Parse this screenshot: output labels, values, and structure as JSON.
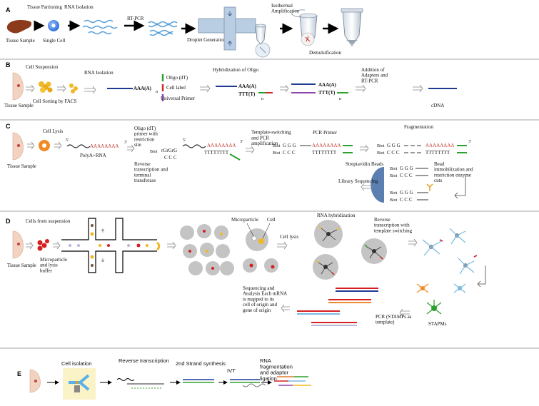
{
  "panels": {
    "A": {
      "letter": "A",
      "labels": {
        "tissue_sample": "Tissue Sample",
        "tissue_partitioning": "Tissue Partioning",
        "single_cell": "Single Cell",
        "rna_isolation": "RNA Isolation",
        "rt_pcr": "RT-PCR",
        "droplet_generation": "Droplet Generation",
        "isothermal_amplification": "Isothermal Amplification",
        "demulsification": "Demulsification"
      }
    },
    "B": {
      "letter": "B",
      "labels": {
        "cell_suspension": "Cell Suspension",
        "tissue_sample": "Tissue Sample",
        "cell_sorting": "Cell Sorting by FACS",
        "rna_isolation": "RNA Isolation",
        "aaa_n": "AAA(A)",
        "n": "n",
        "oligo_dt": "Oligo (dT)",
        "cell_label": "Cell label",
        "universal_primer": "Universal Primer",
        "hybridization": "Hybridization of Oligo",
        "ttt_n": "TTT(T)",
        "adapters": "Addition of Adapters and RT-PCR",
        "cdna": "cDNA"
      }
    },
    "C": {
      "letter": "C",
      "labels": {
        "cell_lysis": "Cell Lysis",
        "tissue_sample": "Tissue Sample",
        "polya_rna": "PolyA+RNA",
        "a_tail": "AAAAAAAA",
        "prime5": "5'",
        "prime3": "3'",
        "oligo_primer": "Oligo (dT) primer with restriction site",
        "biot": "Biot",
        "rgrgrg": "rGrGrG",
        "ccc": "C C C",
        "tttt": "TTTTTTTT",
        "reverse_transcription": "Reverse transcription and terminal transferase",
        "template_switching": "Template-switching and PCR amplification",
        "ggg": "G G G",
        "pcr_primer": "PCR Primer",
        "fragmentation": "Fragmentation",
        "bead_immobilization": "Bead immobilization and restriction enzyme cuts",
        "streptavidin": "Streptavidin Beads",
        "library_sequencing": "Library Sequencing"
      }
    },
    "D": {
      "letter": "D",
      "labels": {
        "cells_from_suspension": "Cells from suspension",
        "tissue_sample": "Tissue Sample",
        "microparticle_lysis": "Microparticle and lysis buffer",
        "microparticle": "Microparticle",
        "cell": "Cell",
        "cell_lysis": "Cell lysis",
        "rna_hybridization": "RNA hybridization",
        "rt_template": "Reverse transcription with template switching",
        "stapms": "STAPMs",
        "pcr": "PCR (STAMPs as template)",
        "sequencing": "Sequencing and Analysis Each mRNA is mapped to its cell of origin and gene of origin"
      }
    },
    "E": {
      "letter": "E",
      "labels": {
        "cell_isolation": "Cell isolation",
        "reverse_transcription": "Reverse transcription",
        "second_strand": "2nd Strand synthesis",
        "ivt": "IVT",
        "rna_frag": "RNA fragmentation and adaptor ligation"
      }
    }
  }
}
